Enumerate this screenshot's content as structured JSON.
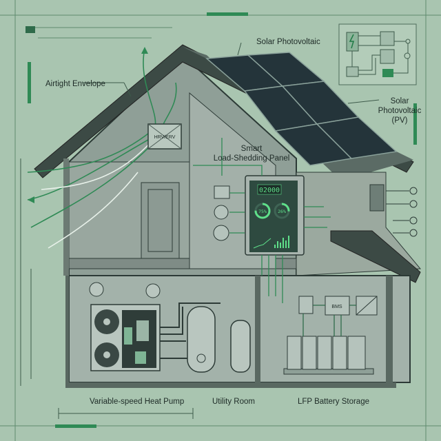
{
  "labels": {
    "solar_top": "Solar Photovoltaic",
    "solar_right_1": "Solar",
    "solar_right_2": "Photovoltaic",
    "solar_right_3": "(PV)",
    "airtight": "Airtight Envelope",
    "panel_1": "Smart",
    "panel_2": "Load-Shedding Panel",
    "hrv": "HRV/ERV",
    "heat_pump": "Variable-speed Heat Pump",
    "utility": "Utility Room",
    "battery": "LFP Battery Storage",
    "bms": "BMS"
  },
  "panel_display": {
    "readout": "02000",
    "gauge_left": "75%",
    "gauge_right": "26%",
    "gauge_left_value": 0.75,
    "gauge_right_value": 0.26
  },
  "colors": {
    "background": "#a9c5b0",
    "accent": "#2f8a55",
    "dark": "#2c3a36",
    "wall": "#9aa8a1"
  }
}
